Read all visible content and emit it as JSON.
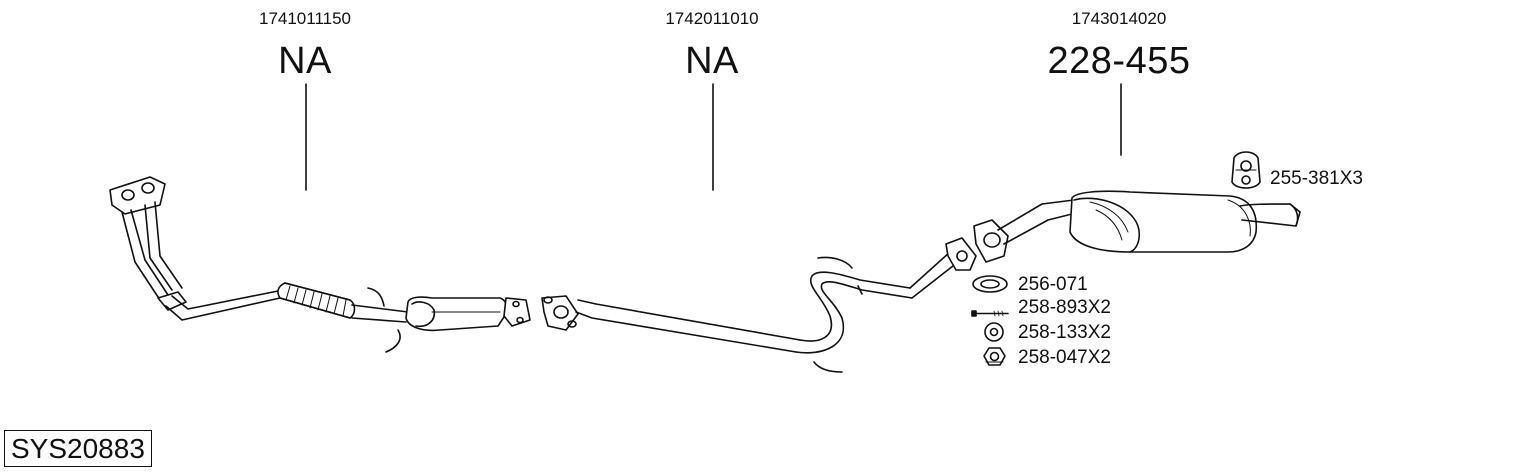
{
  "sections": [
    {
      "oe_number": "1741011150",
      "part_ref": "NA"
    },
    {
      "oe_number": "1742011010",
      "part_ref": "NA"
    },
    {
      "oe_number": "1743014020",
      "part_ref": "228-455"
    }
  ],
  "accessories": [
    {
      "label": "255-381X3",
      "icon": "rubber-hanger-icon"
    },
    {
      "label": "256-071",
      "icon": "gasket-ring-icon"
    },
    {
      "label": "258-893X2",
      "icon": "bolt-icon"
    },
    {
      "label": "258-133X2",
      "icon": "washer-icon"
    },
    {
      "label": "258-047X2",
      "icon": "hex-nut-icon"
    }
  ],
  "system_code": "SYS20883",
  "colors": {
    "line": "#111111",
    "pipe_fill": "#ffffff",
    "shade": "#9a9a9a"
  }
}
